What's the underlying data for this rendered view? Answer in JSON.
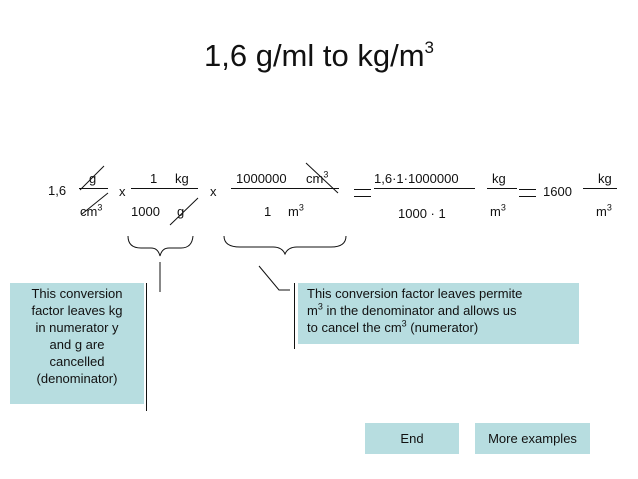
{
  "title": {
    "text": "1,6 g/ml to kg/m",
    "sup": "3"
  },
  "expression": {
    "coef": "1,6",
    "f1_num": "g",
    "f1_den": "cm",
    "f1_den_sup": "3",
    "times1": "x",
    "f2_num_a": "1",
    "f2_num_b": "kg",
    "f2_den_a": "1000",
    "f2_den_b": "g",
    "times2": "x",
    "f3_num_a": "1000000",
    "f3_num_b": "cm",
    "f3_num_sup": "3",
    "f3_den_a": "1",
    "f3_den_b": "m",
    "f3_den_sup": "3",
    "f4_num": "1,6·1·1000000",
    "f4_den": "1000 · 1",
    "f5_num": "kg",
    "f5_den": "m",
    "f5_den_sup": "3",
    "result_coef": "1600",
    "f6_num": "kg",
    "f6_den": "m",
    "f6_den_sup": "3"
  },
  "note_left": {
    "line1": "This conversion",
    "line2": "factor leaves kg",
    "line3": "in numerator y",
    "line4": "and g are",
    "line5": "cancelled",
    "line6": "(denominator)"
  },
  "note_right": {
    "line1": "This conversion factor leaves permite",
    "line2_a": "m",
    "line2_sup": "3",
    "line2_b": " in the denominator and allows us",
    "line3_a": "to cancel the cm",
    "line3_sup": "3",
    "line3_b": " (numerator)"
  },
  "buttons": {
    "end": "End",
    "more": "More examples"
  },
  "colors": {
    "box_fill": "#b7dde0",
    "ink": "#111111"
  }
}
